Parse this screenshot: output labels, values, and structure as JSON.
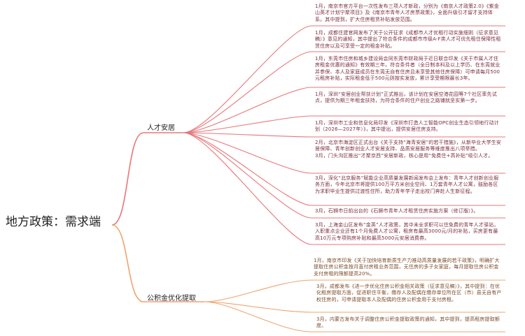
{
  "root": {
    "label": "地方政策：需求端"
  },
  "branches": [
    {
      "label": "人才安居",
      "color": "#e8767a",
      "items": [
        "1月，南京市官方平台一次性发布三项人才新政，分别为《南京人才政策2.0》《紫金山英才计划宁聚项目》及《南京市青年人才房票政策》，全面升级引才留才支持体系。其中提到，扩大住房租赁补贴发放范围。",
        "1月，成都住建官网发布了关于公开征求《成都市人才优租行动实施细则（征求意见稿）》意见的通知，其中提出了符合条件的成都市市级A-F类人才可优先租住保障性租赁住房以及可享受一定的租金补贴。",
        "1月，东莞市住房和城乡建设局会同东莞市财政局于近日联合印发《关于市属人才住房租金优惠的通知》有效期三年。符合条件者（全日制本科及以上学历、在东莞就业并参保、本人及家庭成员在东莞无自有住房且未享受其他住房保障）可申请每月500元租房补贴，实际租金低于500元则按实发放，累计享受期限最长3年。",
        "1月，深圳“安居创业帮扶计划”正式推出，该计划在安居空港花园等7个社区率先试点，提供为期三年租金扶持，为符合条件的住户创业之路铺就坚实第一步。",
        "1月，深圳市工业和信息化局印发《深圳市打造人工智能OPC创业生态引领地行动计划（2026—2027年）》，其中提出，提供安居住房支持。",
        "2月，北京市海淀区正式出台《关于支持“海青安居”的若干措施》，从新毕业大学生安居保障、青年创新创业人才安居支持、品质安居服务等维度推出八项举措。\n3月，门头沟区推出“才聚京西”安居新政，核心是用“免费住+高补贴”吸引人才。",
        "3月，深化“北京服务”赋能企业高质量发展新闻发布会上发布：青年人才创新创业服务方面，今年北京市将提供100万平方米创业空间、1万套青年人才公寓，鼓励各区为求职毕业生提供过渡性住所，助力青年学子走出校门奔赴人生新征程。",
        "3月，石狮市日前出台的《石狮市青年人才租赁住房实施方案（修订版）》。",
        "3月，上海金山区发布“金英”人才政策，其中未全求职可以住免费的青年人才驿站，入职重点企业还有1个月免费人才公寓，租房有最高3000元/月的补贴，买房更有最高10万元专项购房补贴和最高5000元安居消费券。"
      ]
    },
    {
      "label": "公积金优化提取",
      "color": "#f0a46e",
      "items": [
        "1月，南京市印发《关于加快培育新质生产力推动高质量发展的若干政策》，明确扩大提取住房公积金按月直付房租业务范围，无住房的多子女家庭，每月提取住房公积金支付房租的限额提高20%。",
        "3月，成都发布《进一步优化住房公积金相关政策（征求意见稿）》，其中提到：在优化租房提取方面，促进职住平衡，缴存人及配偶在缴存单位所在区（市）县无自有产权住房的，可申请提取本人及配偶的住房公积金用于支付房租。",
        "3月，内蒙古发布关于调整住房公积金提取政策的通知，其中提到，提高租房提取额度。"
      ]
    }
  ]
}
